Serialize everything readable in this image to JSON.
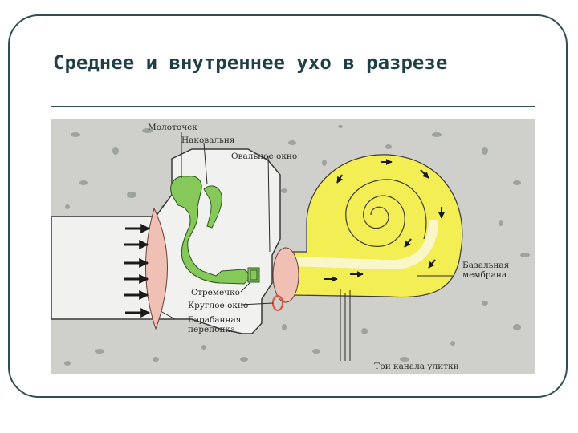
{
  "slide": {
    "title": "Среднее и внутреннее ухо в разрезе"
  },
  "figure": {
    "labels": {
      "malleus": "Молоточек",
      "incus": "Наковальня",
      "oval_window": "Овальное окно",
      "stapes": "Стремечко",
      "round_window": "Круглое окно",
      "tympanic_membrane_1": "Барабанная",
      "tympanic_membrane_2": "перепонка",
      "basilar_membrane_1": "Базальная",
      "basilar_membrane_2": "мембрана",
      "cochlear_canals": "Три канала улитки"
    },
    "colors": {
      "background": "#cfd0cb",
      "bone_spots": "#8f9490",
      "ear_canal": "#f1f1ef",
      "cochlea": "#f4ee55",
      "cochlea_inner": "#f9f7c9",
      "ossicles": "#86c95a",
      "tympanic_membrane": "#f0c0b4",
      "round_window": "#e24a3a",
      "arrow": "#1a1a1a"
    }
  }
}
